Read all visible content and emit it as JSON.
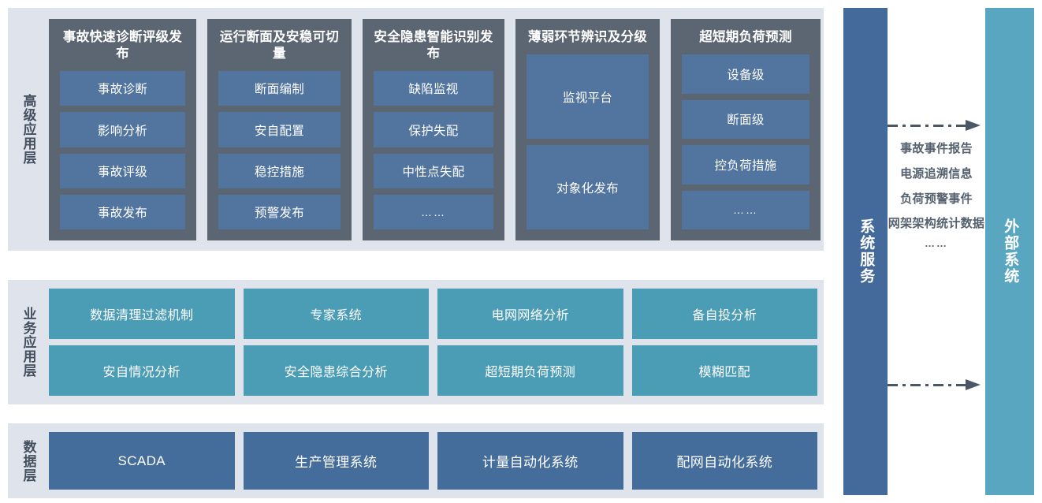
{
  "layers": {
    "advanced": {
      "label": "高级应用层",
      "columns": [
        {
          "title": "事故快速诊断评级发布",
          "items": [
            "事故诊断",
            "影响分析",
            "事故评级",
            "事故发布"
          ]
        },
        {
          "title": "运行断面及安稳可切量",
          "items": [
            "断面编制",
            "安自配置",
            "稳控措施",
            "预警发布"
          ]
        },
        {
          "title": "安全隐患智能识别发布",
          "items": [
            "缺陷监视",
            "保护失配",
            "中性点失配",
            "……"
          ]
        },
        {
          "title": "薄弱环节辨识及分级",
          "items": [
            "监视平台",
            "对象化发布"
          ]
        },
        {
          "title": "超短期负荷预测",
          "items": [
            "设备级",
            "断面级",
            "控负荷措施",
            "……"
          ]
        }
      ]
    },
    "business": {
      "label": "业务应用层",
      "items": [
        "数据清理过滤机制",
        "专家系统",
        "电网网络分析",
        "备自投分析",
        "安自情况分析",
        "安全隐患综合分析",
        "超短期负荷预测",
        "模糊匹配"
      ]
    },
    "data": {
      "label": "数据层",
      "items": [
        "SCADA",
        "生产管理系统",
        "计量自动化系统",
        "配网自动化系统"
      ]
    }
  },
  "right": {
    "service_bar": "系统服务",
    "external_bar": "外部系统",
    "flows": [
      "事故事件报告",
      "电源追溯信息",
      "负荷预警事件",
      "网架架构统计数据",
      "……"
    ]
  },
  "colors": {
    "band_background": "#dfe3ec",
    "advanced_panel": "#5c6672",
    "advanced_item": "#52759f",
    "business_item": "#4b9cb5",
    "data_item": "#446d9b",
    "service_bar": "#44699b",
    "external_bar": "#58a6bf",
    "arrow": "#4a5766",
    "label_text": "#44505f"
  }
}
